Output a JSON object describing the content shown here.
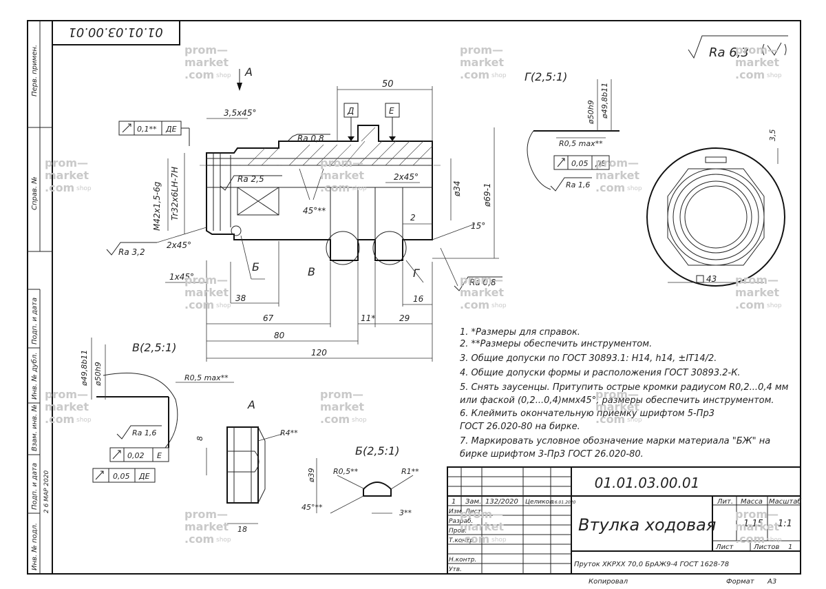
{
  "drawing": {
    "number": "01.01.03.00.01",
    "number_rotated": "01.01.03.00.01",
    "title": "Втулка ходовая",
    "material": "Пруток ХКРХХ 70,0 БрАЖ9-4 ГОСТ 1628-78",
    "roughness_general": "Ra 6,3",
    "mass": "1,15",
    "scale": "1:1",
    "sheets_total": "1",
    "copied_label": "Копировал",
    "format_label": "Формат",
    "format_value": "А3"
  },
  "title_block": {
    "col_lit": "Лит.",
    "col_mass": "Масса",
    "col_scale": "Масштаб",
    "sheet_label": "Лист",
    "sheets_label": "Листов",
    "rev_no": "1",
    "rev_label": "Зам.",
    "rev_doc": "132/2020",
    "rev_name": "Целиков",
    "rev_date": "16.01.2020",
    "roles": [
      "Изм.",
      "Лист",
      "Разраб.",
      "Пров.",
      "Т.контр.",
      "Н.контр.",
      "Утв."
    ]
  },
  "side_strip": {
    "perv_primen": "Перв. примен.",
    "sprav": "Справ. №",
    "podp_data_1": "Подп. и дата",
    "inv_dubl": "Инв. № дубл.",
    "vzam_inv": "Взам. инв. №",
    "podp_data_2": "Подп. и дата",
    "inv_podl": "Инв. № подл.",
    "stamp_date": "2 6 МАР 2020"
  },
  "notes": [
    "1. *Размеры для справок.",
    "2. **Размеры обеспечить инструментом.",
    "3. Общие допуски по ГОСТ 30893.1: Н14, h14, ±IT14/2.",
    "4. Общие допуски формы и расположения ГОСТ 30893.2-К.",
    "5. Снять заусенцы. Притупить острые кромки радиусом R0,2...0,4 мм",
    "или фаской (0,2...0,4)ммx45°, размеры обеспечить инструментом.",
    "6. Клеймить окончательную приемку шрифтом 5-Пр3",
    "ГОСТ 26.020-80 на бирке.",
    "7. Маркировать условное обозначение марки материала \"БЖ\" на",
    "бирке шрифтом 3-Пр3 ГОСТ 26.020-80."
  ],
  "views": {
    "view_a": "А",
    "view_g": "Г(2,5:1)",
    "view_v": "В(2,5:1)",
    "view_b": "Б(2,5:1)",
    "callout_b": "Б",
    "callout_v": "В",
    "callout_g": "Г",
    "datum_d": "Д",
    "datum_e": "Е"
  },
  "dimensions": {
    "d50": "50",
    "chamfer_35": "3,5x45°",
    "ra08": "Ra 0,8",
    "ra25": "Ra 2,5",
    "ra32": "Ra 3,2",
    "ra16": "Ra 1,6",
    "ch2x45a": "2x45°",
    "ch2x45b": "2x45°",
    "ch1x45": "1x45°",
    "ang45": "45°**",
    "thread_m": "M42x1,5-6g",
    "thread_tr": "Tr32x6LH-7H",
    "phi34": "ø34",
    "phi69": "ø69-1",
    "d2": "2",
    "ang15": "15°",
    "d38": "38",
    "d67": "67",
    "d11": "11*",
    "d29": "29",
    "d16": "16",
    "d80": "80",
    "d120": "120",
    "sq43": "43",
    "d35": "3,5",
    "tol_01": "0,1**",
    "tol_de": "ДЕ",
    "tol_005": "0,05",
    "tol_002": "0,02",
    "tol_e": "Е",
    "r05max": "R0,5 max**",
    "phi50h9": "ø50h9",
    "phi498": "ø49,8b11",
    "d8": "8",
    "d18": "18",
    "r4": "R4**",
    "phi39": "ø39",
    "r05": "R0,5**",
    "r1": "R1**",
    "d3": "3**",
    "ang45b": "45°**"
  },
  "watermark": {
    "l1": "prom—",
    "l2": "market",
    "l3": ".com",
    "shop": "shop"
  }
}
